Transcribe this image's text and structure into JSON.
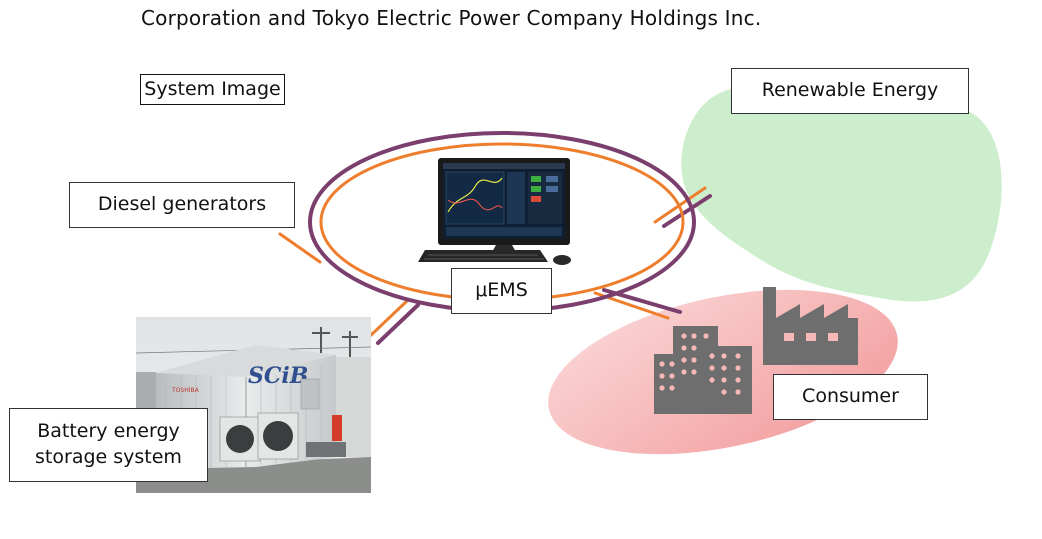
{
  "header": {
    "text": "Corporation and Tokyo Electric Power Company Holdings Inc."
  },
  "labels": {
    "system_image": "System Image",
    "renewable_energy": "Renewable Energy",
    "diesel_generators": "Diesel generators",
    "uems": "μEMS",
    "consumer": "Consumer",
    "battery_line1": "Battery energy",
    "battery_line2": "storage system",
    "container_logo": "SCiB",
    "container_brand": "TOSHIBA"
  },
  "colors": {
    "ring_outer": "#7b3f6e",
    "ring_inner": "#ee7d2c",
    "renewable_blob": "#cdeecd",
    "consumer_blob": "#f6b8b8",
    "building": "#6e6e6e"
  }
}
